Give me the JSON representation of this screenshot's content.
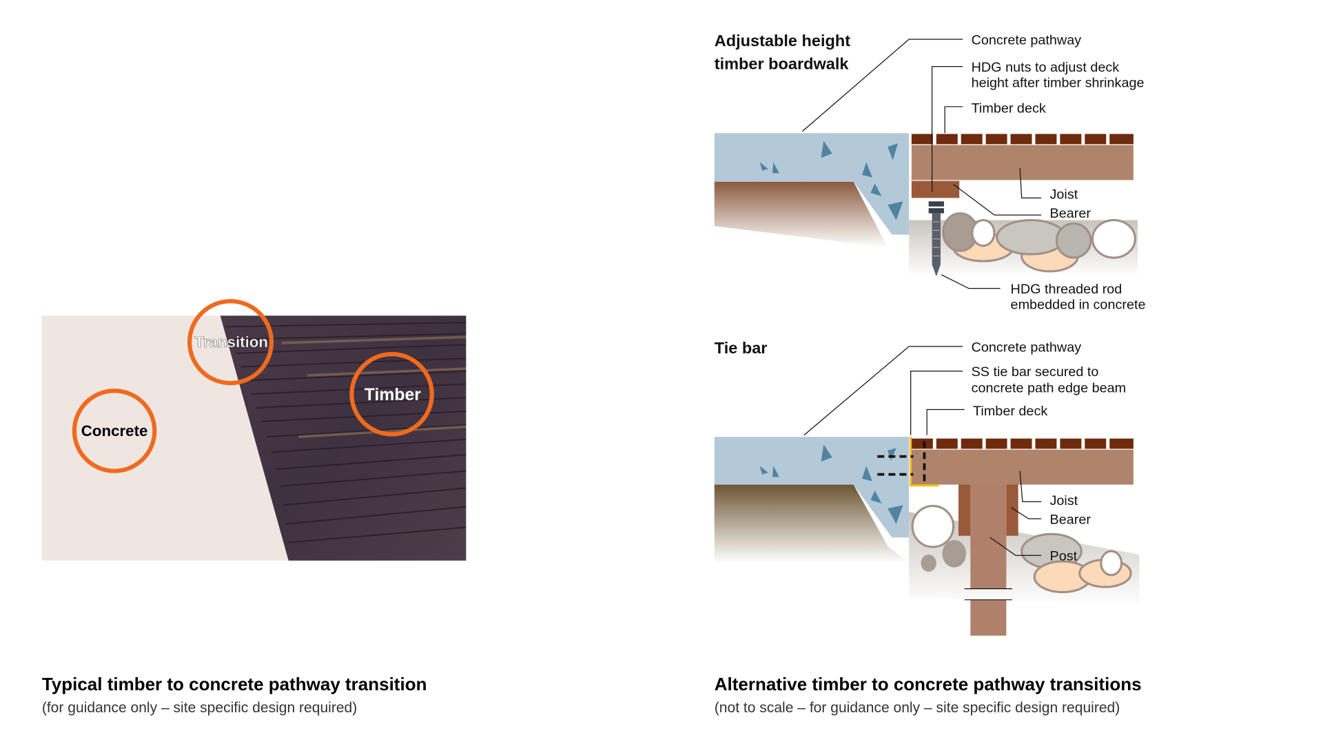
{
  "photo": {
    "labels": {
      "transition": "Transition",
      "concrete": "Concrete",
      "timber": "Timber"
    },
    "caption_title": "Typical timber to concrete pathway transition",
    "caption_sub": "(for guidance only – site specific design required)"
  },
  "diagram_top": {
    "title_line1": "Adjustable height",
    "title_line2": "timber boardwalk",
    "labels": {
      "concrete": "Concrete pathway",
      "nuts_line1": "HDG nuts to adjust deck",
      "nuts_line2": "height after timber shrinkage",
      "deck": "Timber deck",
      "joist": "Joist",
      "bearer": "Bearer",
      "rod_line1": "HDG threaded rod",
      "rod_line2": "embedded in concrete"
    }
  },
  "diagram_bottom": {
    "title": "Tie bar",
    "labels": {
      "concrete": "Concrete pathway",
      "tie_line1": "SS tie bar secured to",
      "tie_line2": "concrete path edge beam",
      "deck": "Timber deck",
      "joist": "Joist",
      "bearer": "Bearer",
      "post": "Post"
    }
  },
  "caption_right_title": "Alternative timber to concrete pathway transitions",
  "caption_right_sub": "(not to scale – for guidance only – site specific design required)",
  "colors": {
    "accent_orange": "#f06a1e",
    "concrete": "#b4c9d8",
    "deck": "#6e2a0c",
    "joist": "#b0846a",
    "bearer": "#9a5a3a",
    "tie_bar": "#f2c01e"
  }
}
